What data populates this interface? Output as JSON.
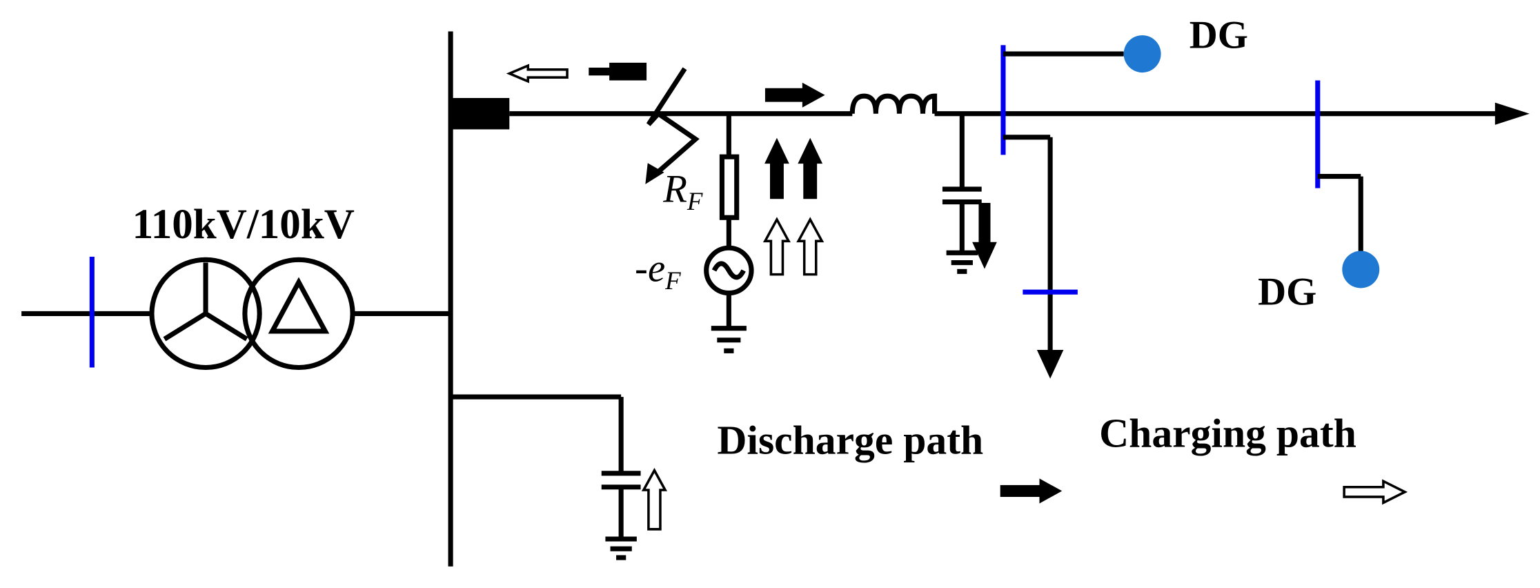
{
  "transformer": {
    "label": "110kV/10kV"
  },
  "fault": {
    "resistance_label": "R",
    "resistance_sub": "F",
    "source_label": "-e",
    "source_sub": "F"
  },
  "generators": [
    {
      "label": "DG"
    },
    {
      "label": "DG"
    }
  ],
  "legend": [
    {
      "label": "Discharge path",
      "style": "filled"
    },
    {
      "label": "Charging path",
      "style": "hollow"
    }
  ],
  "colors": {
    "line": "#000000",
    "bus_tick": "#0000ee",
    "dg_node": "#1f78d1"
  }
}
